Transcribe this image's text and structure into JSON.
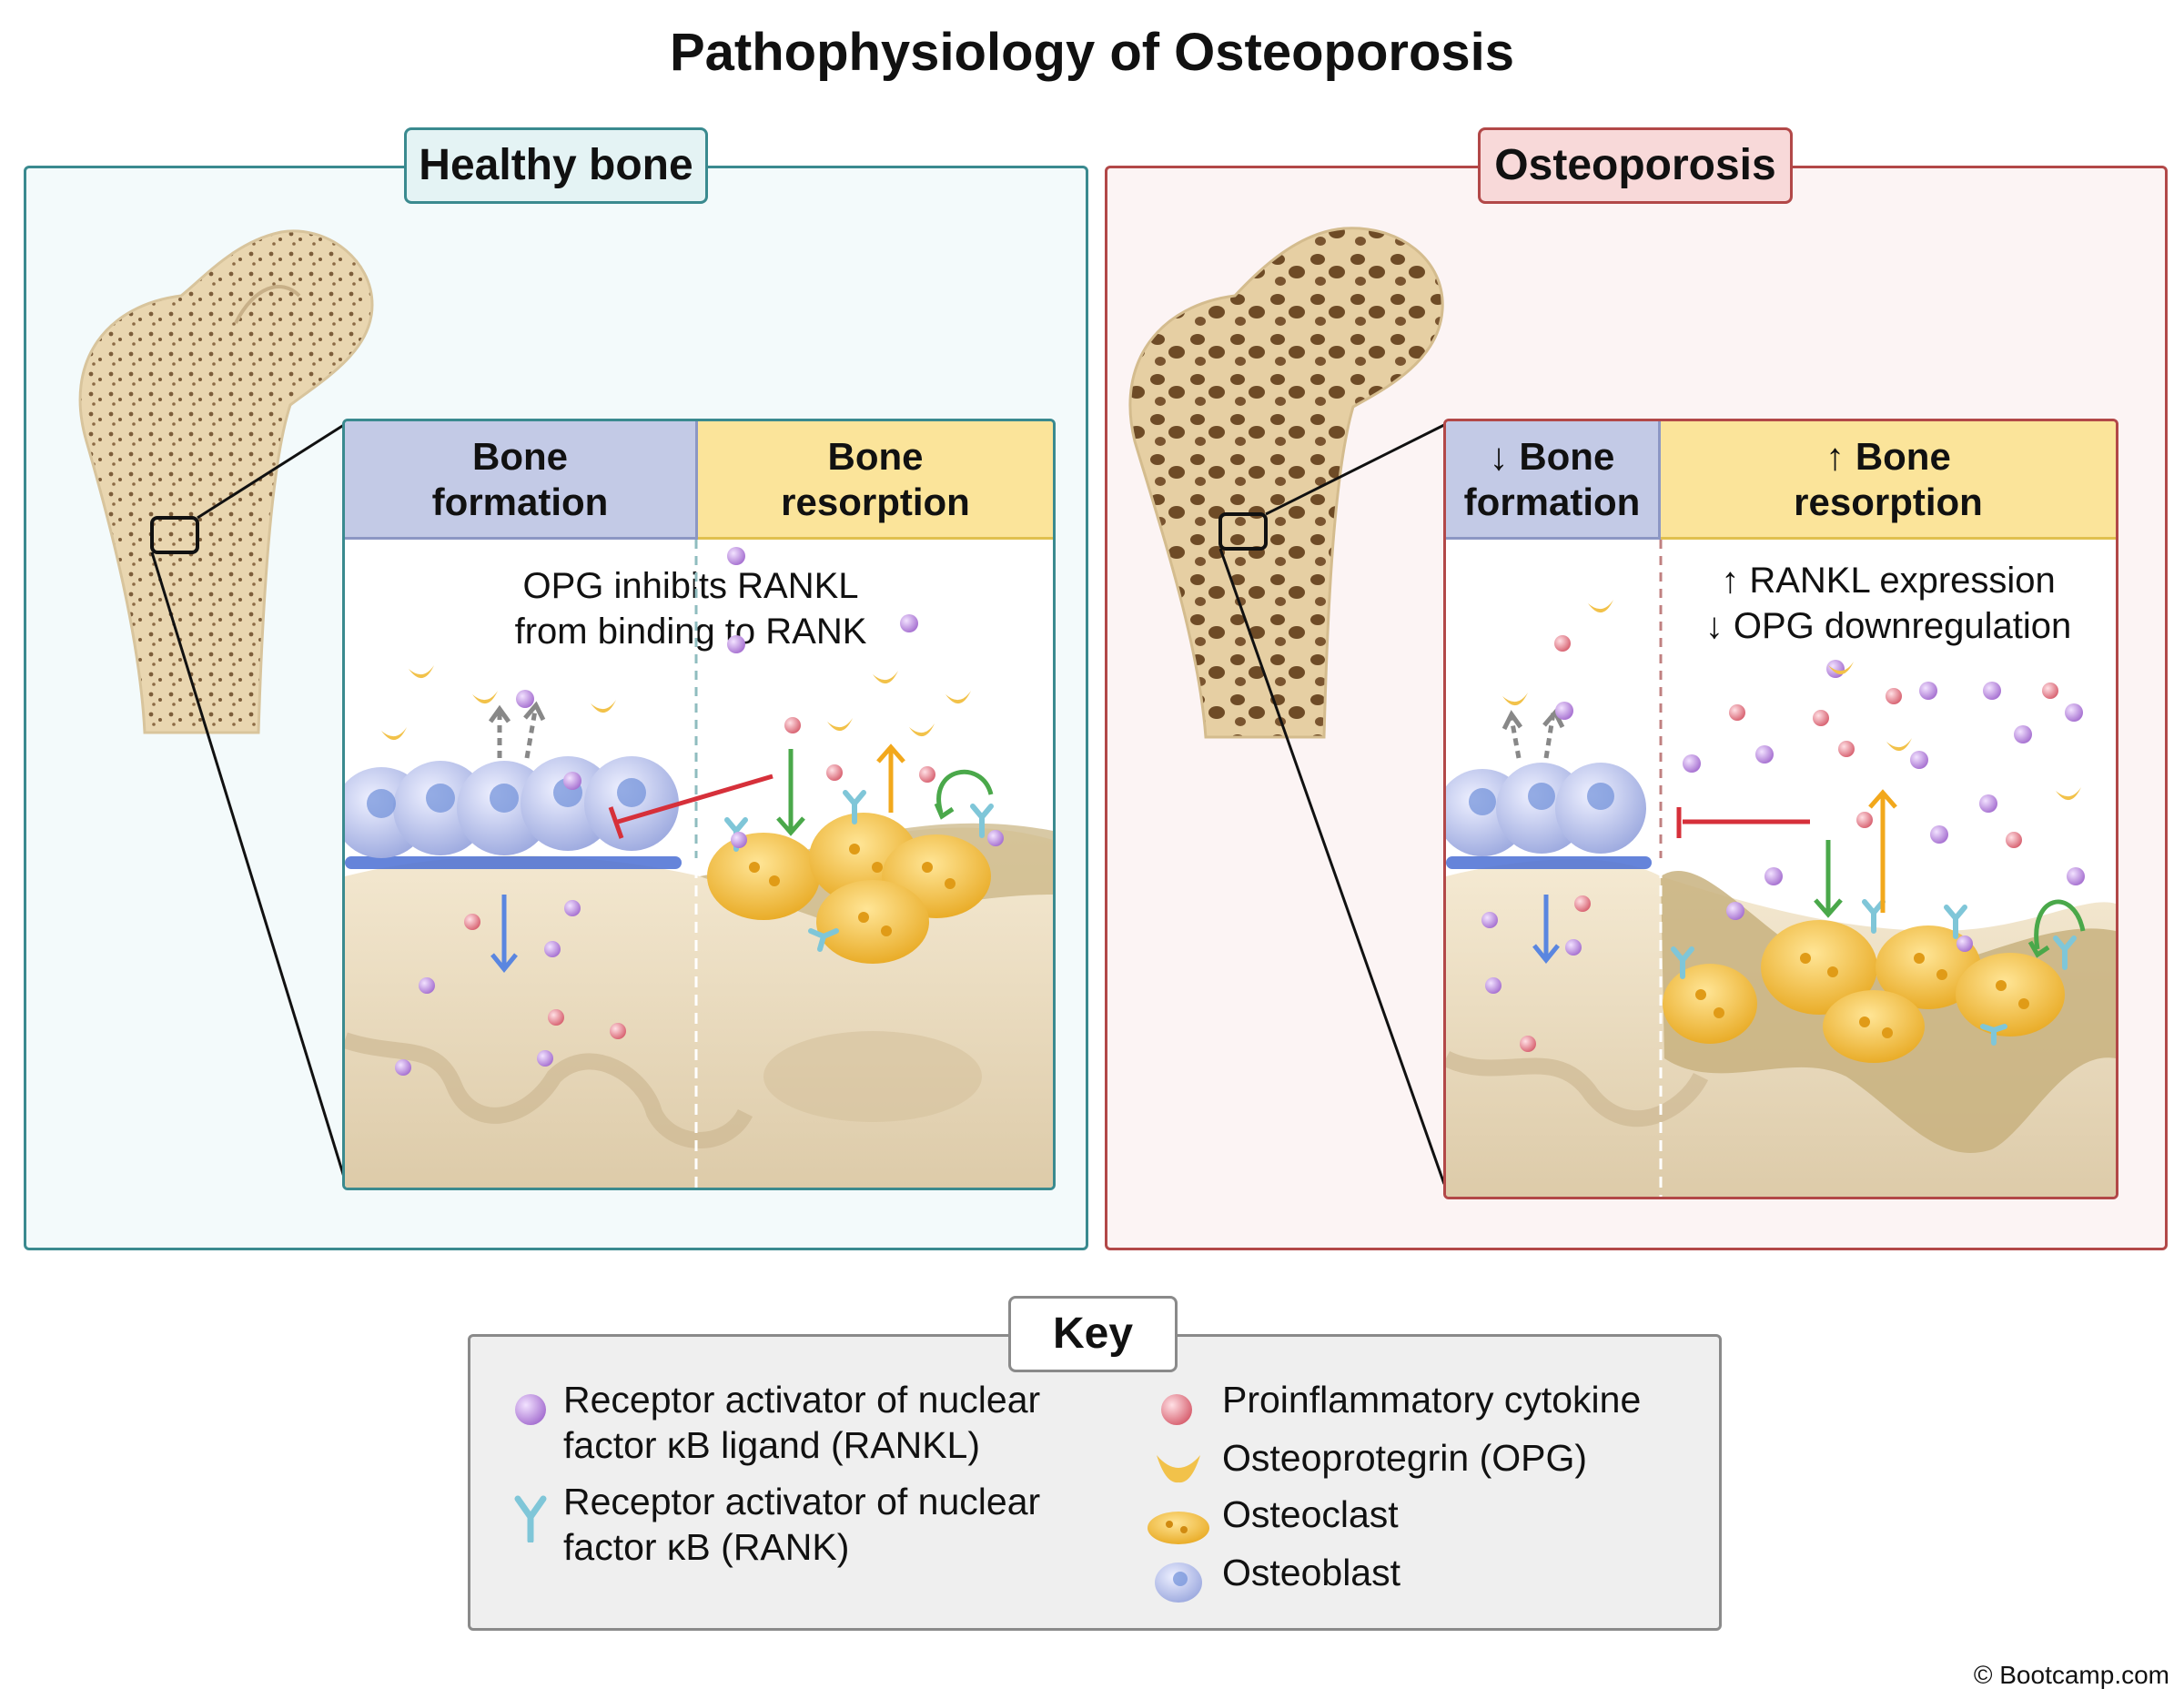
{
  "title": "Pathophysiology of Osteoporosis",
  "healthy": {
    "tag": "Healthy bone",
    "formation_header": "Bone formation",
    "resorption_header": "Bone resorption",
    "note_line1": "OPG inhibits RANKL",
    "note_line2": "from binding to RANK"
  },
  "osteoporosis": {
    "tag": "Osteoporosis",
    "formation_header": "↓ Bone formation",
    "resorption_header": "↑ Bone resorption",
    "note_line1": "↑ RANKL expression",
    "note_line2": "↓ OPG downregulation"
  },
  "key": {
    "title": "Key",
    "items": [
      {
        "icon": "rankl-ligand-icon",
        "label_line1": "Receptor activator of nuclear",
        "label_line2": "factor κB ligand (RANKL)"
      },
      {
        "icon": "rank-receptor-icon",
        "label_line1": "Receptor activator of nuclear",
        "label_line2": "factor κB (RANK)"
      },
      {
        "icon": "cytokine-icon",
        "label_line1": "Proinflammatory cytokine"
      },
      {
        "icon": "opg-icon",
        "label_line1": "Osteoprotegrin (OPG)"
      },
      {
        "icon": "osteoclast-icon",
        "label_line1": "Osteoclast"
      },
      {
        "icon": "osteoblast-icon",
        "label_line1": "Osteoblast"
      }
    ]
  },
  "colors": {
    "healthy_border": "#3a8a8f",
    "osteo_border": "#b24848",
    "formation_header": "#c3cae6",
    "resorption_header": "#fbe49a",
    "rankl": "#c79be6",
    "cytokine": "#ee8c9c",
    "opg": "#f2c24a",
    "osteoclast": "#f2bd3c",
    "osteoblast": "#b9c3ec",
    "rank": "#7fc6d8",
    "inhibit_arrow": "#d6303a",
    "formation_arrow": "#5a86e0",
    "green_arrow": "#4aa84a",
    "orange_arrow": "#f2a81c"
  },
  "copyright": "© Bootcamp.com"
}
